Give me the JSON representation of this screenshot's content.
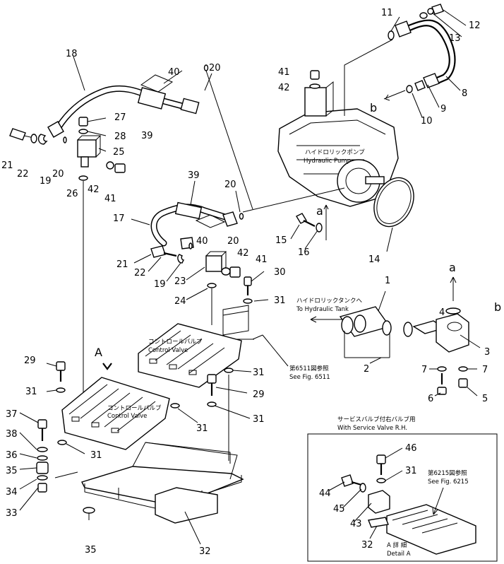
{
  "part_numbers": [
    "1",
    "2",
    "3",
    "4",
    "5",
    "6",
    "7",
    "7",
    "8",
    "9",
    "10",
    "11",
    "12",
    "13",
    "14",
    "15",
    "16",
    "17",
    "18",
    "19",
    "19",
    "20",
    "20",
    "20",
    "20",
    "21",
    "21",
    "22",
    "22",
    "23",
    "24",
    "25",
    "26",
    "27",
    "28",
    "29",
    "29",
    "30",
    "31",
    "31",
    "31",
    "31",
    "31",
    "31",
    "31",
    "32",
    "32",
    "33",
    "34",
    "35",
    "35",
    "36",
    "37",
    "38",
    "39",
    "39",
    "40",
    "40",
    "41",
    "41",
    "41",
    "42",
    "42",
    "42",
    "43",
    "44",
    "45",
    "46"
  ],
  "labels": {
    "pump_jp": "ハイドロリックポンプ",
    "pump_en": "Hydraulic  Pump",
    "tank_jp": "ハイドロリックタンクへ",
    "tank_en": "To  Hydraulic  Tank",
    "cv1_jp": "コントロールバルブ",
    "cv1_en": "Control  Valve",
    "cv2_jp": "コントロールバルブ",
    "cv2_en": "Control  Valve",
    "ref6511_jp": "第6511図参照",
    "ref6511_en": "See  Fig. 6511",
    "ref6215_jp": "第6215図参照",
    "ref6215_en": "See  Fig. 6215",
    "service_jp": "サービスバルブ付右バルブ用",
    "service_en": "With  Service  Valve  R.H.",
    "detail_jp": "A 詳 細",
    "detail_en": "Detail  A",
    "view_a": "A",
    "conn_a1": "a",
    "conn_a2": "a",
    "conn_b1": "b",
    "conn_b2": "b"
  }
}
